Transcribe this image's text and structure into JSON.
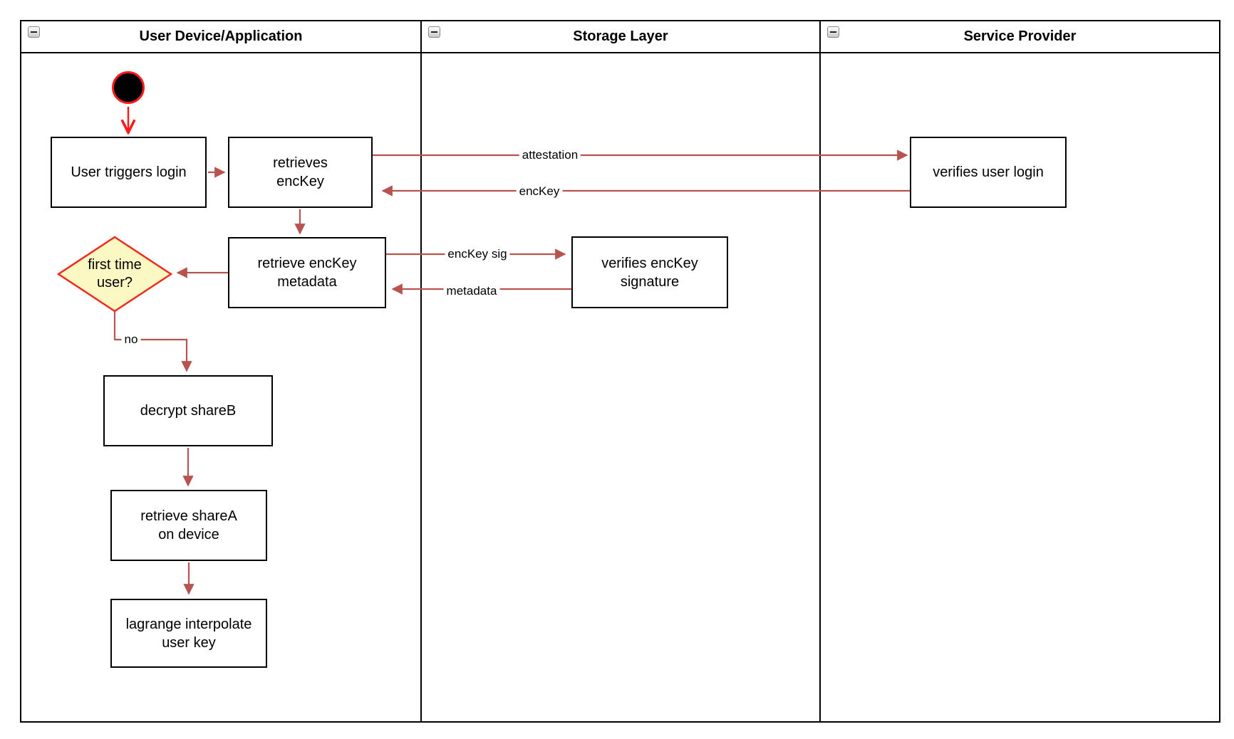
{
  "pool": {
    "lanes": [
      {
        "id": "user-device",
        "title": "User Device/Application"
      },
      {
        "id": "storage-layer",
        "title": "Storage Layer"
      },
      {
        "id": "service-provider",
        "title": "Service Provider"
      }
    ]
  },
  "nodes": {
    "user_triggers_login": {
      "label": "User triggers login"
    },
    "retrieves_enckey": {
      "label": "retrieves\nencKey"
    },
    "verifies_user_login": {
      "label": "verifies user login"
    },
    "retrieve_enckey_metadata": {
      "label": "retrieve encKey\nmetadata"
    },
    "verifies_enckey_signature": {
      "label": "verifies encKey\nsignature"
    },
    "first_time_user": {
      "label": "first time\nuser?"
    },
    "decrypt_shareb": {
      "label": "decrypt shareB"
    },
    "retrieve_sharea": {
      "label": "retrieve shareA\non device"
    },
    "lagrange_interpolate": {
      "label": "lagrange interpolate\nuser key"
    }
  },
  "edges": {
    "attestation": {
      "label": "attestation"
    },
    "enckey_return": {
      "label": "encKey"
    },
    "enckey_sig": {
      "label": "encKey sig"
    },
    "metadata_return": {
      "label": "metadata"
    },
    "no_branch": {
      "label": "no"
    }
  },
  "colors": {
    "edge_stroke": "#B85450",
    "accent_red": "#FF1A1A",
    "decision_fill": "#FCF8C3",
    "decision_border": "#F02B1D",
    "node_border": "#000000",
    "node_fill": "#FFFFFF",
    "initial_node": "#000000"
  }
}
